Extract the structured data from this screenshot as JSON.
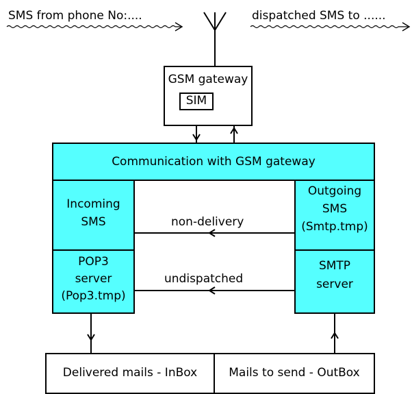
{
  "top": {
    "incoming": "SMS from phone No:....",
    "outgoing": "dispatched SMS to ......"
  },
  "gateway": {
    "title": "GSM gateway",
    "sim": "SIM"
  },
  "comm": {
    "title": "Communication with GSM gateway"
  },
  "incoming_sms": {
    "line1": "Incoming",
    "line2": "SMS"
  },
  "pop3": {
    "line1": "POP3",
    "line2": "server",
    "line3": "(Pop3.tmp)"
  },
  "outgoing_sms": {
    "line1": "Outgoing",
    "line2": "SMS",
    "line3": "(Smtp.tmp)"
  },
  "smtp": {
    "line1": "SMTP",
    "line2": "server"
  },
  "flows": {
    "non_delivery": "non-delivery",
    "undispatched": "undispatched"
  },
  "mailboxes": {
    "inbox": "Delivered mails - InBox",
    "outbox": "Mails to send - OutBox"
  },
  "colors": {
    "module_fill": "#55ffff",
    "line": "#000000"
  }
}
